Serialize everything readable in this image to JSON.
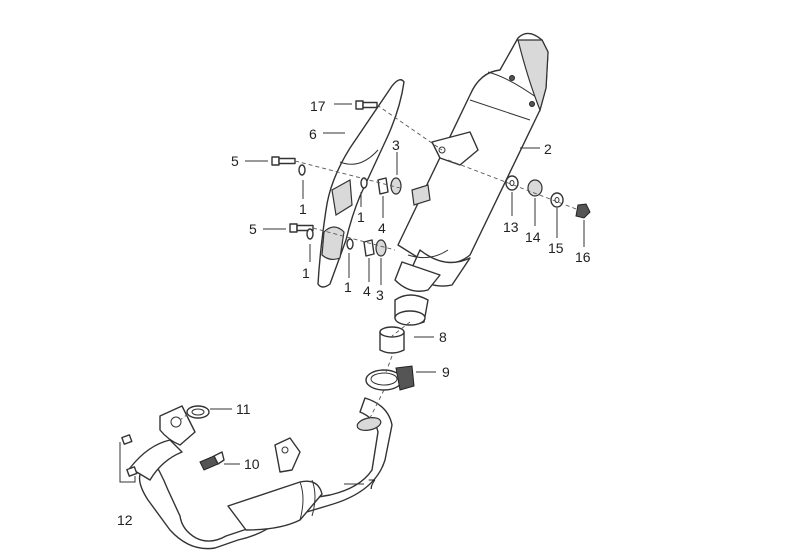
{
  "diagram": {
    "callouts": [
      {
        "id": "c1a",
        "number": "1"
      },
      {
        "id": "c1b",
        "number": "1"
      },
      {
        "id": "c1c",
        "number": "1"
      },
      {
        "id": "c1d",
        "number": "1"
      },
      {
        "id": "c2",
        "number": "2"
      },
      {
        "id": "c3a",
        "number": "3"
      },
      {
        "id": "c3b",
        "number": "3"
      },
      {
        "id": "c4a",
        "number": "4"
      },
      {
        "id": "c4b",
        "number": "4"
      },
      {
        "id": "c5a",
        "number": "5"
      },
      {
        "id": "c5b",
        "number": "5"
      },
      {
        "id": "c6",
        "number": "6"
      },
      {
        "id": "c7",
        "number": "7"
      },
      {
        "id": "c8",
        "number": "8"
      },
      {
        "id": "c9",
        "number": "9"
      },
      {
        "id": "c10",
        "number": "10"
      },
      {
        "id": "c11",
        "number": "11"
      },
      {
        "id": "c12",
        "number": "12"
      },
      {
        "id": "c13",
        "number": "13"
      },
      {
        "id": "c14",
        "number": "14"
      },
      {
        "id": "c15",
        "number": "15"
      },
      {
        "id": "c16",
        "number": "16"
      },
      {
        "id": "c17",
        "number": "17"
      }
    ]
  }
}
